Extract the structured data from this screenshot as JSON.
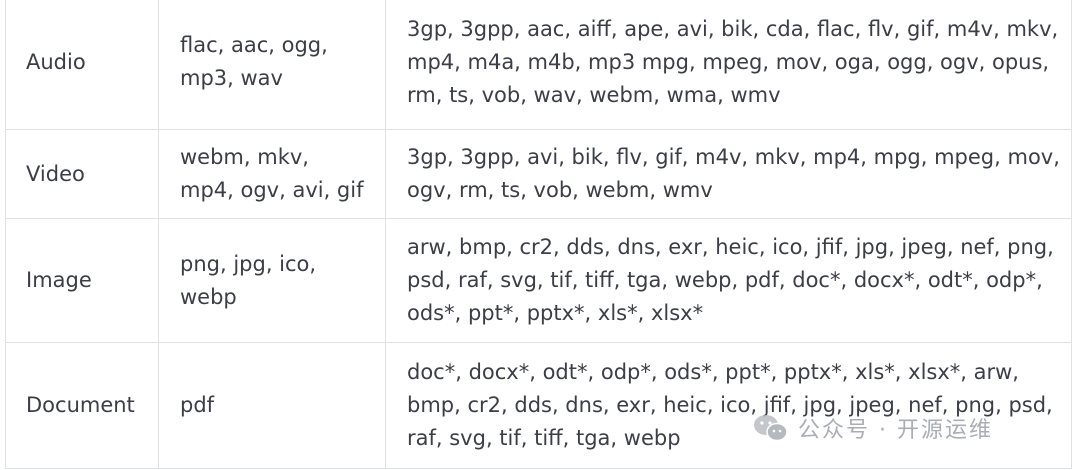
{
  "table": {
    "rows": [
      {
        "category": "Audio",
        "input_lines": [
          "flac, aac, ogg,",
          "mp3, wav"
        ],
        "output_lines": [
          "3gp, 3gpp, aac, aiff, ape, avi, bik, cda, flac, flv, gif, m4v, mkv,",
          "mp4, m4a, m4b, mp3 mpg, mpeg, mov, oga, ogg, ogv, opus,",
          "rm, ts, vob, wav, webm, wma, wmv"
        ]
      },
      {
        "category": "Video",
        "input_lines": [
          "webm, mkv,",
          "mp4, ogv, avi, gif"
        ],
        "output_lines": [
          "3gp, 3gpp, avi, bik, flv, gif, m4v, mkv, mp4, mpg, mpeg, mov,",
          "ogv, rm, ts, vob, webm, wmv"
        ]
      },
      {
        "category": "Image",
        "input_lines": [
          "png, jpg, ico,",
          "webp"
        ],
        "output_lines": [
          "arw, bmp, cr2, dds, dns, exr, heic, ico, jfif, jpg, jpeg, nef, png,",
          "psd, raf, svg, tif, tiff, tga, webp, pdf, doc*, docx*, odt*, odp*,",
          "ods*, ppt*, pptx*, xls*, xlsx*"
        ]
      },
      {
        "category": "Document",
        "input_lines": [
          "pdf"
        ],
        "output_lines": [
          "doc*, docx*, odt*, odp*, ods*, ppt*, pptx*, xls*, xlsx*, arw,",
          "bmp, cr2, dds, dns, exr, heic, ico, jfif, jpg, jpeg, nef, png, psd,",
          "raf, svg, tif, tiff, tga, webp"
        ]
      }
    ]
  },
  "watermark": {
    "text": "公众号 · 开源运维",
    "icon": "wechat-icon"
  }
}
